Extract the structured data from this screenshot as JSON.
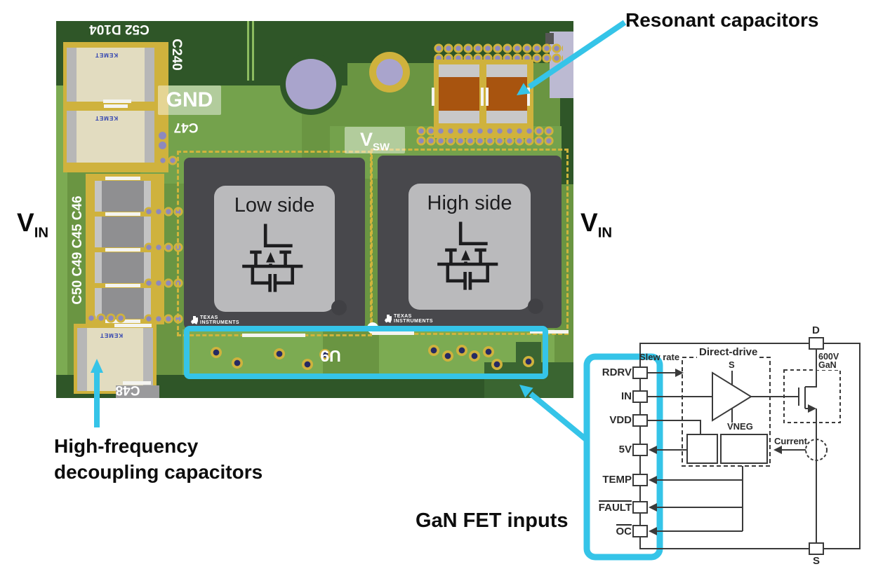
{
  "annotations": {
    "resonant": "Resonant capacitors",
    "hf1": "High-frequency",
    "hf2": "decoupling capacitors",
    "gan_inputs": "GaN FET inputs",
    "vin_v": "V",
    "vin_sub": "IN"
  },
  "pcb": {
    "gnd": "GND",
    "vsw_v": "V",
    "vsw_sub": "SW",
    "chips": [
      {
        "label": "Low side"
      },
      {
        "label": "High side"
      }
    ],
    "brand_line1": "TEXAS",
    "brand_line2": "INSTRUMENTS",
    "silk": {
      "top_edge": "C52 D104",
      "c240": "C240",
      "c47": "C47",
      "left_caps": "C50 C49 C45 C46",
      "c48": "C48",
      "u9": "U9",
      "kemet": "KEMET"
    }
  },
  "schematic": {
    "pins": [
      {
        "label": "RDRV"
      },
      {
        "label": "IN"
      },
      {
        "label": "VDD"
      },
      {
        "label": "5V"
      },
      {
        "label": "TEMP"
      },
      {
        "label": "FAULT"
      },
      {
        "label": "OC"
      }
    ],
    "slew_rate": "Slew rate",
    "direct_drive": "Direct-drive",
    "amp_s": "S",
    "vneg": "VNEG",
    "gan_line1": "600V",
    "gan_line2": "GaN",
    "current": "Current",
    "drain": "D",
    "source": "S"
  },
  "colors": {
    "accent_cyan": "#35c4e8",
    "board_green": "#6a9542",
    "board_dark_green": "#2f5628",
    "pad_yellow": "#cfb23d"
  }
}
